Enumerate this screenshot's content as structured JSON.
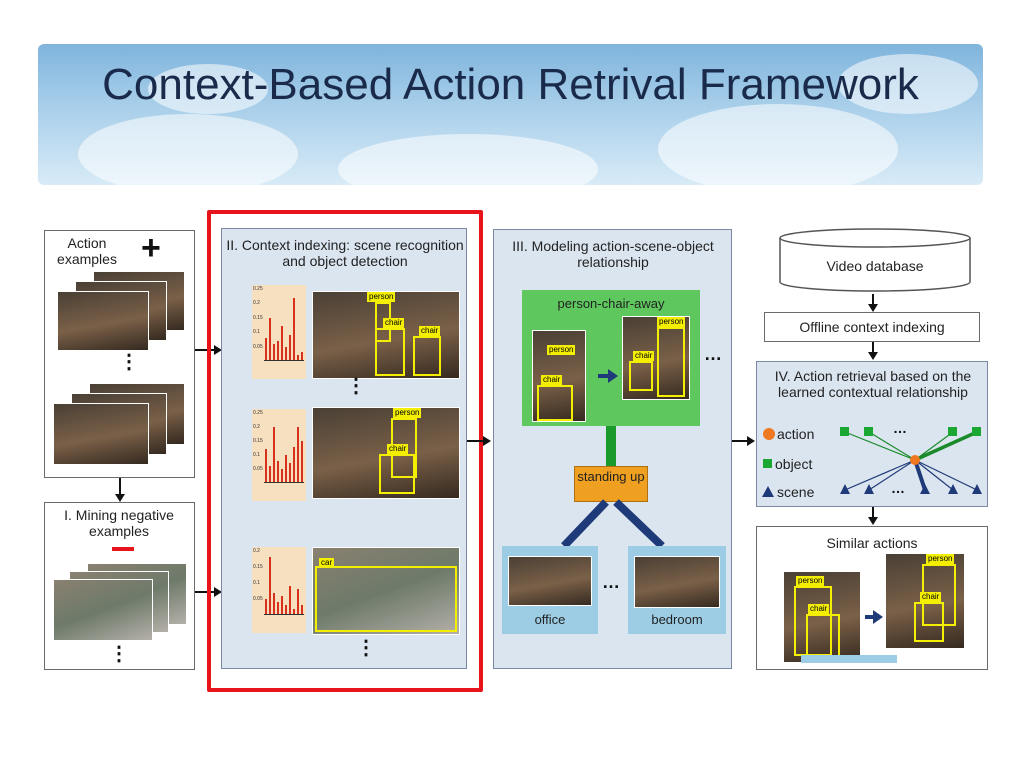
{
  "title": "Context-Based Action Retrival Framework",
  "left": {
    "action_examples": "Action examples",
    "plus": "+",
    "mining_negative": "I. Mining negative examples"
  },
  "context_indexing": {
    "title": "II. Context indexing: scene recognition and object detection",
    "charts": [
      {
        "values": [
          0.08,
          0.15,
          0.06,
          0.07,
          0.12,
          0.05,
          0.09,
          0.22,
          0.02,
          0.03
        ],
        "ylim": [
          0,
          0.25
        ],
        "ticks": [
          "0.25",
          "0.2",
          "0.15",
          "0.1",
          "0.05"
        ]
      },
      {
        "values": [
          0.12,
          0.06,
          0.2,
          0.08,
          0.05,
          0.1,
          0.07,
          0.13,
          0.2,
          0.15
        ],
        "ylim": [
          0,
          0.25
        ],
        "ticks": [
          "0.25",
          "0.2",
          "0.15",
          "0.1",
          "0.05"
        ]
      },
      {
        "values": [
          0.05,
          0.18,
          0.07,
          0.04,
          0.06,
          0.03,
          0.09,
          0.02,
          0.08,
          0.03
        ],
        "ylim": [
          0,
          0.2
        ],
        "ticks": [
          "0.2",
          "0.15",
          "0.1",
          "0.05"
        ]
      }
    ],
    "tags": {
      "person": "person",
      "chair": "chair",
      "car": "car"
    }
  },
  "modeling": {
    "title": "III. Modeling action-scene-object relationship",
    "relation": "person-chair-away",
    "standing_up": "standing up",
    "office": "office",
    "bedroom": "bedroom"
  },
  "retrieval": {
    "video_database": "Video database",
    "offline": "Offline context indexing",
    "title": "IV. Action retrieval based on the learned contextual relationship",
    "legend_action": "action",
    "legend_object": "object",
    "legend_scene": "scene",
    "similar": "Similar actions"
  },
  "colors": {
    "highlight": "#e8141b",
    "panel": "#dbe5f0",
    "green": "#5ec85e",
    "orange": "#f0a020",
    "navy": "#1f3a78",
    "detection": "#f4ee00",
    "chart_bg": "#f7e0c0",
    "bar": "#d9311c"
  }
}
